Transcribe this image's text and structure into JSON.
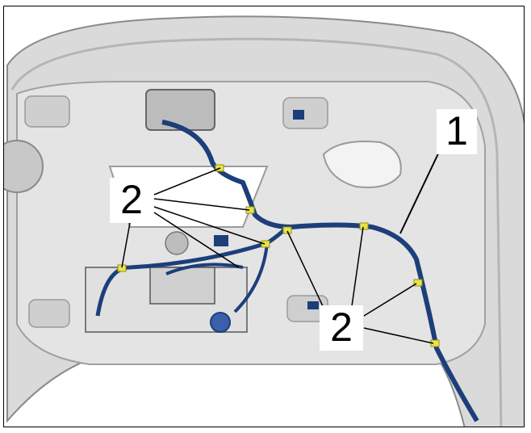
{
  "callouts": {
    "harness": "1",
    "clips_upper": "2",
    "clips_lower": "2"
  },
  "colors": {
    "panel": "#d9d9d9",
    "panel_shadow": "#9a9a9a",
    "harness": "#1c3f7a",
    "clip": "#e8e34a",
    "frame": "#000000"
  }
}
